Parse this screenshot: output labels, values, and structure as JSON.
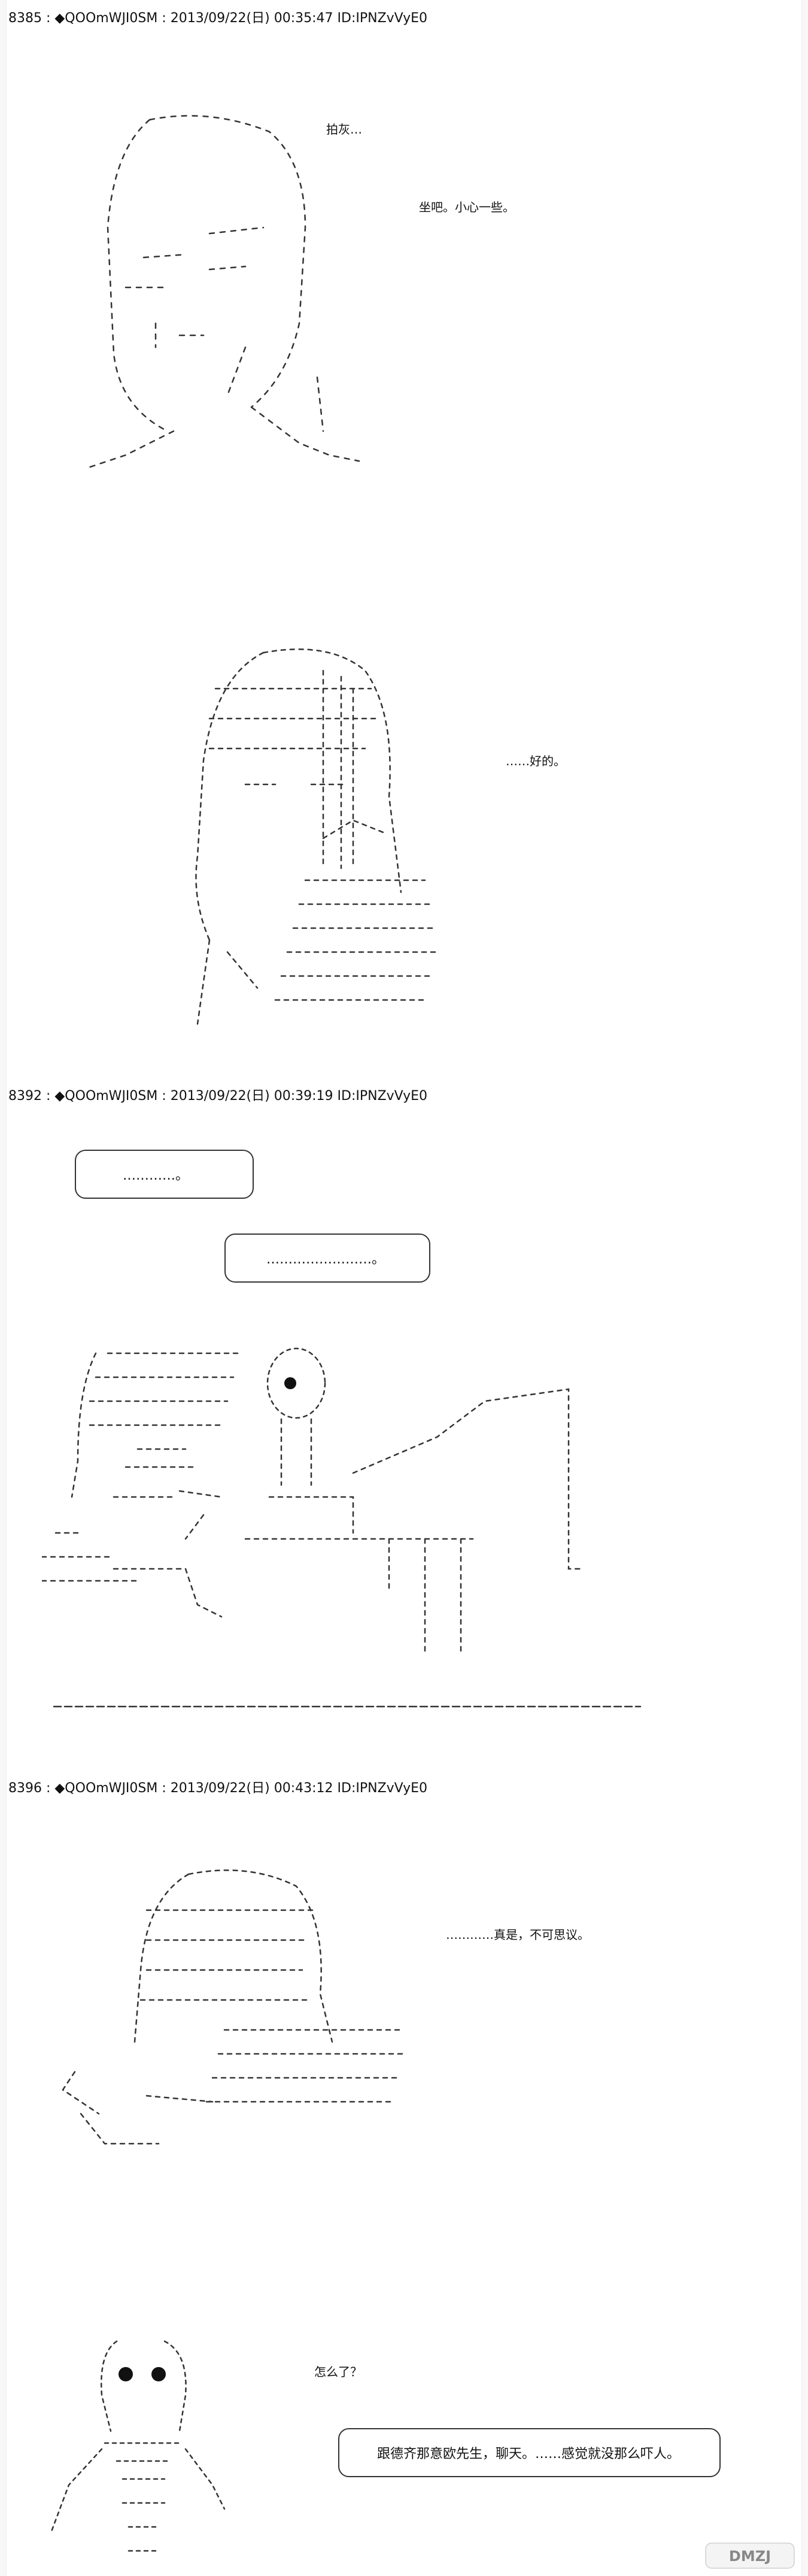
{
  "posts": [
    {
      "header": "8385 : ◆QOOmWJI0SM : 2013/09/22(日) 00:35:47 ID:IPNZvVyE0",
      "lines": [
        "拍灰…",
        "坐吧。小心一些。",
        "……好的。"
      ]
    },
    {
      "header": "8392 : ◆QOOmWJI0SM : 2013/09/22(日) 00:39:19 ID:IPNZvVyE0",
      "lines": [
        "…………。",
        "……………………。"
      ]
    },
    {
      "header": "8396 : ◆QOOmWJI0SM : 2013/09/22(日) 00:43:12 ID:IPNZvVyE0",
      "lines": [
        "…………真是，不可思议。",
        "怎么了？",
        "跟德齐那意欧先生，聊天。……感觉就没那么吓人。"
      ]
    }
  ],
  "watermark": {
    "text": "DMZJ",
    "icon": "site-logo-icon"
  }
}
